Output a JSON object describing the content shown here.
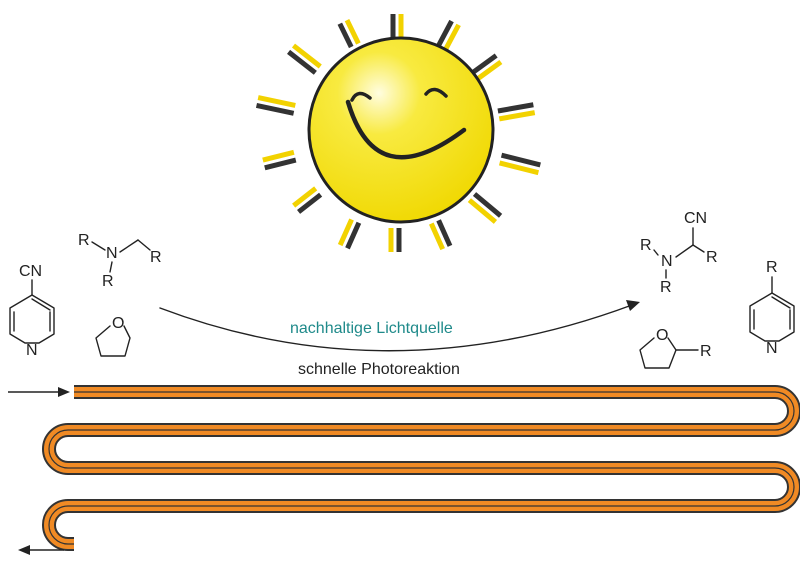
{
  "captions": {
    "light_source": "nachhaltige Lichtquelle",
    "reaction_speed": "schnelle Photoreaktion"
  },
  "reactants": {
    "cyanopyridine": {
      "substituent": "CN",
      "ring_atom": "N"
    },
    "amine": {
      "r1": "R",
      "r2": "R",
      "r3": "R",
      "n": "N"
    },
    "thf": {
      "o": "O"
    }
  },
  "products": {
    "aminonitrile": {
      "cn": "CN",
      "r1": "R",
      "r2": "R",
      "r3": "R",
      "n": "N"
    },
    "thf_product": {
      "o": "O",
      "r": "R"
    },
    "pyridine": {
      "r": "R",
      "ring_atom": "N"
    }
  },
  "colors": {
    "caption_teal": "#1f8a8a",
    "sun_yellow": "#f5e11a",
    "sun_outline": "#222222",
    "ray_yellow": "#f2d200",
    "ray_dark": "#333333",
    "tube_orange": "#f08a24",
    "tube_outline": "#333333"
  },
  "icons": {
    "sun": "smiling-sun-icon",
    "inlet": "inlet-arrow-icon",
    "outlet": "outlet-arrow-icon",
    "reactor": "serpentine-flow-tube"
  }
}
